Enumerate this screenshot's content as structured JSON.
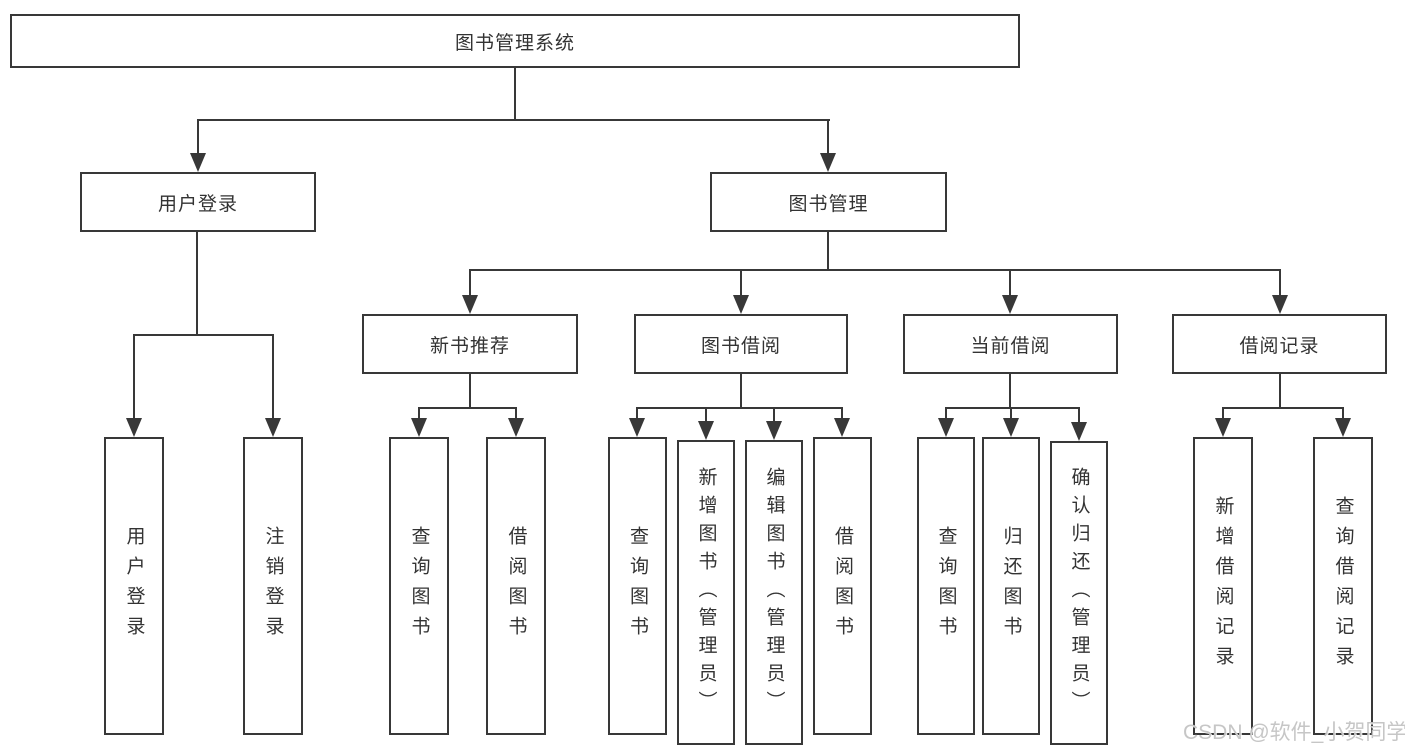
{
  "tree": {
    "root": "图书管理系统",
    "branches": [
      {
        "label": "用户登录",
        "children": [
          "用户登录",
          "注销登录"
        ]
      },
      {
        "label": "图书管理",
        "groups": [
          {
            "label": "新书推荐",
            "children": [
              "查询图书",
              "借阅图书"
            ]
          },
          {
            "label": "图书借阅",
            "children": [
              "查询图书",
              "新增图书（管理员）",
              "编辑图书（管理员）",
              "借阅图书"
            ]
          },
          {
            "label": "当前借阅",
            "children": [
              "查询图书",
              "归还图书",
              "确认归还（管理员）"
            ]
          },
          {
            "label": "借阅记录",
            "children": [
              "新增借阅记录",
              "查询借阅记录"
            ]
          }
        ]
      }
    ]
  },
  "watermark": {
    "text": "CSDN @软件_小贺同学"
  },
  "colors": {
    "line": "#383838",
    "text": "#333333",
    "background": "#ffffff",
    "watermark": "#c3c3c3"
  }
}
